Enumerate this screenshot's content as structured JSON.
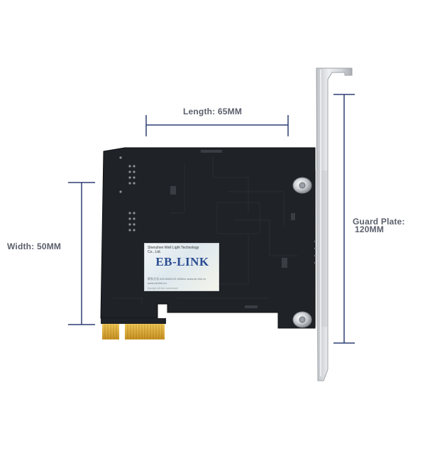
{
  "dimensions": {
    "length_label": "Length: 65MM",
    "width_label": "Width: 50MM",
    "guard_label_line1": "Guard Plate:",
    "guard_label_line2": "120MM"
  },
  "sticker": {
    "company_line1": "Shenzhen Well Light Technology",
    "company_line2": "Co., Ltd.",
    "brand": "EB-LINK",
    "contact": "联系方式:400-6661123 4006xx  www.eb-link.cn",
    "website": "www.eb-link.cn",
    "footer": "Accept all the customize"
  },
  "colors": {
    "dimension_line": "#2d3e73",
    "dimension_text": "#5a5f6b",
    "pcb": "#1f2226",
    "gold_fingers": "#d8a93a",
    "bracket": "#d6d8db",
    "brand_text": "#2a4c92"
  }
}
